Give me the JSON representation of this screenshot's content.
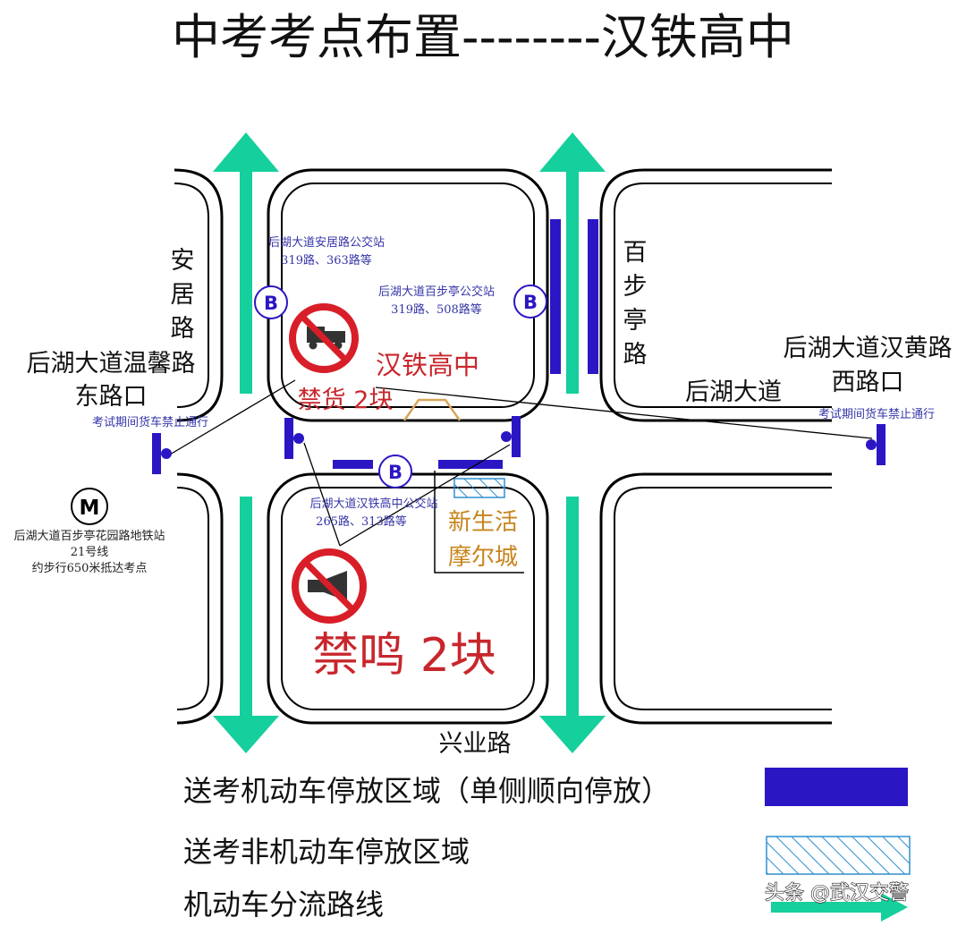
{
  "title": "中考考点布置--------汉铁高中",
  "roads": {
    "anju_chars": [
      "安",
      "居",
      "路"
    ],
    "baibuting_chars": [
      "百",
      "步",
      "亭",
      "路"
    ],
    "houhu_dadao": "后湖大道",
    "xingye": "兴业路"
  },
  "intersections": {
    "west_line1": "后湖大道温馨路",
    "west_line2": "东路口",
    "east_line1": "后湖大道汉黄路",
    "east_line2": "西路口",
    "truck_ban_note": "考试期间货车禁止通行"
  },
  "bus_stops": [
    {
      "name": "后湖大道安居路公交站",
      "routes": "319路、363路等"
    },
    {
      "name": "后湖大道百步亭公交站",
      "routes": "319路、508路等"
    },
    {
      "name": "后湖大道汉铁高中公交站",
      "routes": "265路、313路等"
    }
  ],
  "bus_symbol": "B",
  "metro": {
    "symbol": "M",
    "station": "后湖大道百步亭花园路地铁站",
    "line": "21号线",
    "walk": "约步行650米抵达考点"
  },
  "school": "汉铁高中",
  "truck_ban_label": "禁货  2块",
  "horn_ban_label": "禁鸣  2块",
  "mall_line1": "新生活",
  "mall_line2": "摩尔城",
  "legend": {
    "motor_parking": "送考机动车停放区域（单侧顺向停放）",
    "nonmotor_parking": "送考非机动车停放区域",
    "diversion": "机动车分流路线"
  },
  "watermark": "头条 @武汉交警",
  "colors": {
    "parking": "#2b16c4",
    "diversion_arrow": "#15cf9c",
    "prohibition": "#d81e28",
    "mall_text": "#c8841c",
    "bus_text": "#3535a8"
  },
  "icons": [
    "bus-stop-icon",
    "metro-icon",
    "no-trucks-icon",
    "no-honking-icon",
    "gate-icon",
    "parking-pin-icon"
  ]
}
